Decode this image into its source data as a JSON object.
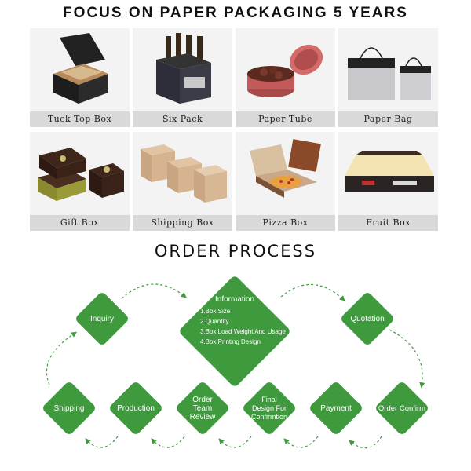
{
  "header": {
    "title": "FOCUS ON PAPER PACKAGING 5 YEARS"
  },
  "products": [
    {
      "label": "Tuck Top Box"
    },
    {
      "label": "Six Pack"
    },
    {
      "label": "Paper Tube"
    },
    {
      "label": "Paper Bag"
    },
    {
      "label": "Gift Box"
    },
    {
      "label": "Shipping Box"
    },
    {
      "label": "Pizza Box"
    },
    {
      "label": "Fruit Box"
    }
  ],
  "process": {
    "title": "ORDER PROCESS",
    "information": {
      "title": "Information",
      "items": [
        "1.Box Size",
        "2.Quantity",
        "3.Box Load Weight And Usage",
        "4.Box Printing Design"
      ]
    },
    "steps": {
      "inquiry": "Inquiry",
      "quotation": "Quotation",
      "shipping": "Shipping",
      "production": "Production",
      "order_team_review": "Order Team Review",
      "final_design": "Final Design For Confirmtion",
      "payment": "Payment",
      "order_confirm": "Order Confirm"
    }
  },
  "colors": {
    "step_green": "#3f9a3e",
    "caption_bg": "#d9d9d9"
  }
}
